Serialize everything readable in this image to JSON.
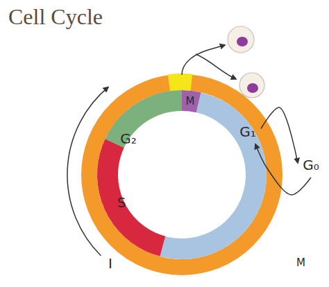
{
  "diagram": {
    "title": "Cell Cycle",
    "nodes": [
      {
        "text": [
          "I"
        ]
      },
      {
        "text": [
          "M"
        ],
        "in": 0
      },
      {
        "text": [
          "M"
        ]
      },
      {
        "text": [
          "G₂"
        ]
      },
      {
        "text": [
          "G₁"
        ]
      },
      {
        "text": [
          "G₀"
        ]
      },
      {
        "text": [
          "S"
        ]
      }
    ],
    "edges": [
      {
        "from": 4,
        "to": 5,
        "arrow": "to"
      },
      {
        "from": 5,
        "to": 4,
        "arrow": "to"
      }
    ]
  }
}
